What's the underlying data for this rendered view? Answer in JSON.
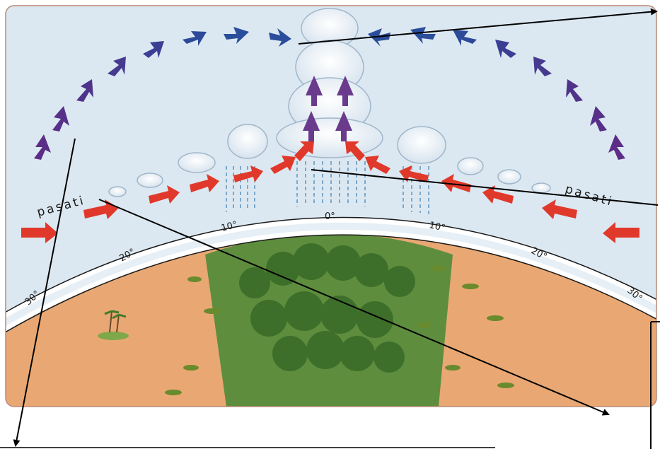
{
  "labels": {
    "trade_winds_left": "pasati",
    "trade_winds_right": "pasati"
  },
  "latitudes": {
    "left": [
      "30°",
      "20°",
      "10°"
    ],
    "center": "0°",
    "right": [
      "10°",
      "20°",
      "30°"
    ]
  },
  "colors": {
    "sky": "#dce8f1",
    "desert": "#e9a873",
    "forest": "#4f8a38",
    "atmosphere_band": "#ffffff",
    "surface_wind": "#e0392b",
    "upper_wind_blue": "#2a4e9b",
    "upper_wind_purple": "#5b2d86",
    "rain": "#4a86b5",
    "pointer_lines": "#000000"
  }
}
